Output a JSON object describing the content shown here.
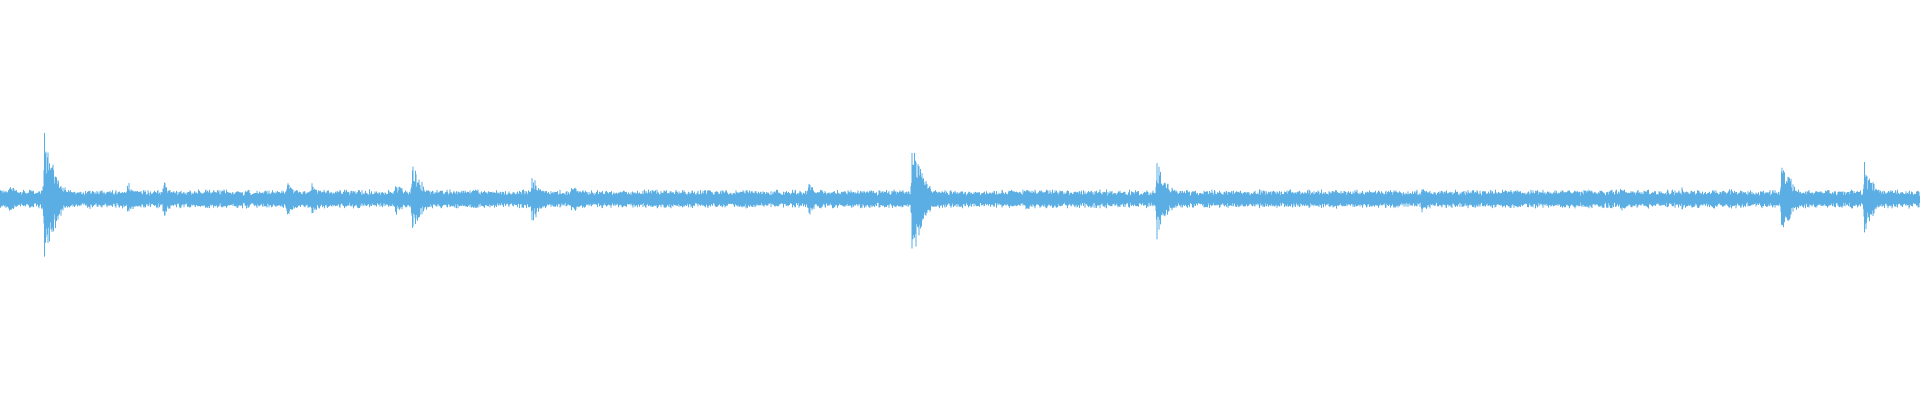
{
  "waveform": {
    "color": "#5aaee3",
    "background": "#ffffff",
    "base_noise": 0.035,
    "peaks": [
      {
        "t": 0.0045,
        "amp": 0.1
      },
      {
        "t": 0.023,
        "amp": 0.42
      },
      {
        "t": 0.0455,
        "amp": 0.07
      },
      {
        "t": 0.0665,
        "amp": 0.1
      },
      {
        "t": 0.085,
        "amp": 0.11
      },
      {
        "t": 0.1495,
        "amp": 0.11
      },
      {
        "t": 0.1625,
        "amp": 0.1
      },
      {
        "t": 0.206,
        "amp": 0.1
      },
      {
        "t": 0.2145,
        "amp": 0.21
      },
      {
        "t": 0.277,
        "amp": 0.14
      },
      {
        "t": 0.2975,
        "amp": 0.1
      },
      {
        "t": 0.421,
        "amp": 0.1
      },
      {
        "t": 0.475,
        "amp": 0.38
      },
      {
        "t": 0.5345,
        "amp": 0.08
      },
      {
        "t": 0.6025,
        "amp": 0.24
      },
      {
        "t": 0.7405,
        "amp": 0.08
      },
      {
        "t": 0.844,
        "amp": 0.07
      },
      {
        "t": 0.876,
        "amp": 0.07
      },
      {
        "t": 0.928,
        "amp": 0.24
      },
      {
        "t": 0.971,
        "amp": 0.2
      }
    ]
  }
}
